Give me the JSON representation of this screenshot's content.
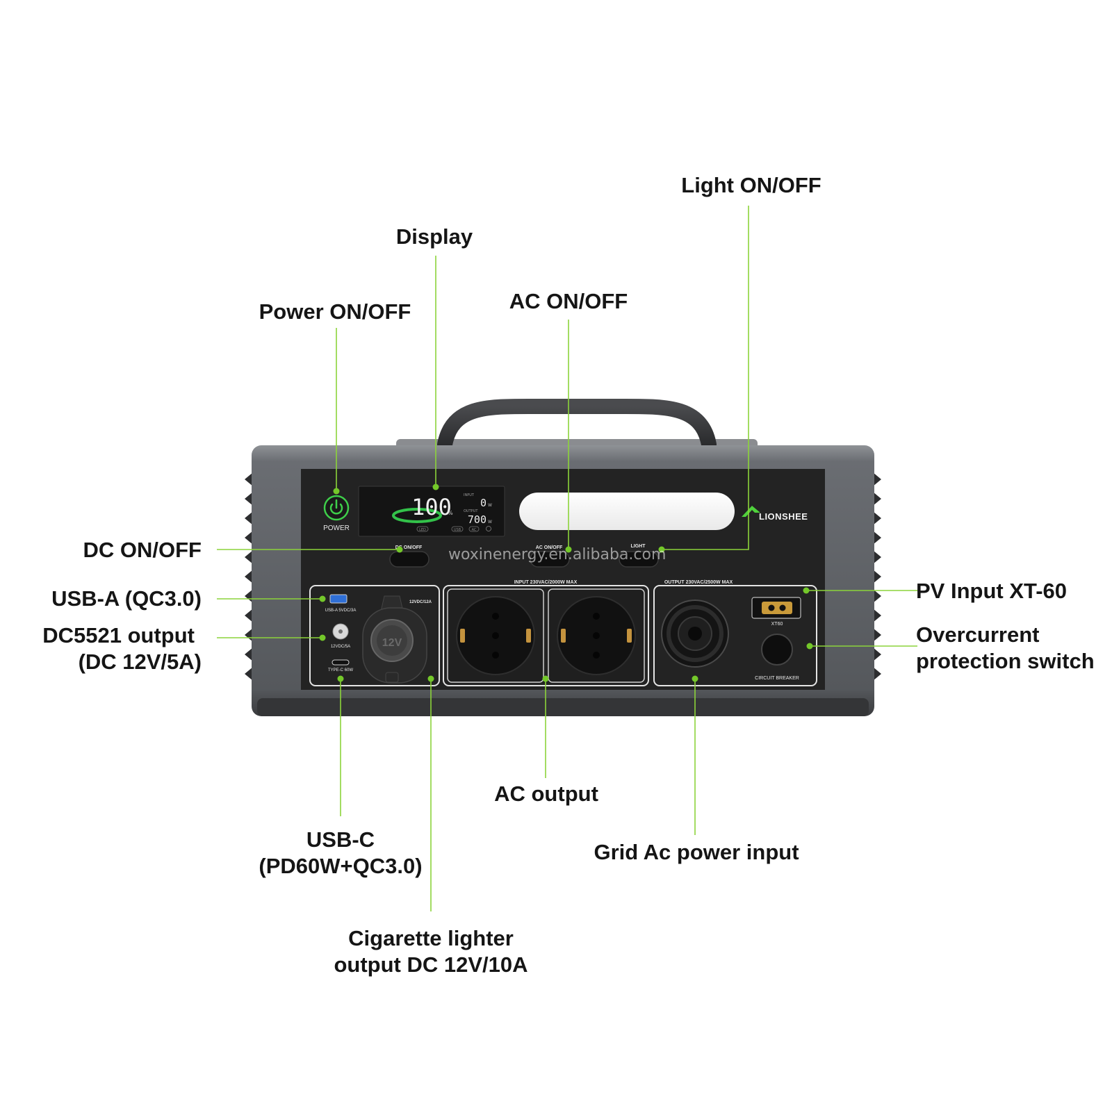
{
  "colors": {
    "callout_line": "#8cd43a",
    "callout_dot": "#74c82a",
    "label_text": "#151515",
    "panel": "#232323",
    "housing": "#5a5d62",
    "accent_green": "#3ecf4a"
  },
  "callouts": {
    "light": "Light ON/OFF",
    "display": "Display",
    "ac_switch": "AC ON/OFF",
    "power": "Power ON/OFF",
    "dc_switch": "DC ON/OFF",
    "usb_a": "USB-A (QC3.0)",
    "dc5521_line1": "DC5521 output",
    "dc5521_line2": "(DC 12V/5A)",
    "pv_input": "PV Input XT-60",
    "overcurrent_line1": "Overcurrent",
    "overcurrent_line2": "protection switch",
    "ac_output": "AC output",
    "grid_input": "Grid Ac power input",
    "usb_c_line1": "USB-C",
    "usb_c_line2": "(PD60W+QC3.0)",
    "cig_line1": "Cigarette lighter",
    "cig_line2": "output DC 12V/10A"
  },
  "panel_text": {
    "brand": "LIONSHEE",
    "power_label": "POWER",
    "dc_switch_label": "DC ON/OFF",
    "ac_switch_label": "AC ON/OFF",
    "light_label": "LIGHT",
    "display_percent": "100",
    "display_percent_unit": "%",
    "display_input_label": "INPUT",
    "display_input_value": "0",
    "display_output_label": "OUTPUT",
    "display_output_value": "700",
    "display_watt_unit": "W",
    "display_led": "LED",
    "display_usb": "USB",
    "display_ac": "AC",
    "usb_a_rating": "USB-A  5VDC/3A",
    "dc5521_rating": "12VDC/5A",
    "usb_c_rating": "TYPE-C 60W",
    "cig_rating": "12VDC/12A",
    "cig_cap": "12V",
    "input_rating": "INPUT 230VAC/2000W MAX",
    "output_rating": "OUTPUT 230VAC/2500W MAX",
    "xt60_label": "XT60",
    "breaker_label": "CIRCUIT BREAKER"
  },
  "watermark": "woxinenergy.en.alibaba.com"
}
